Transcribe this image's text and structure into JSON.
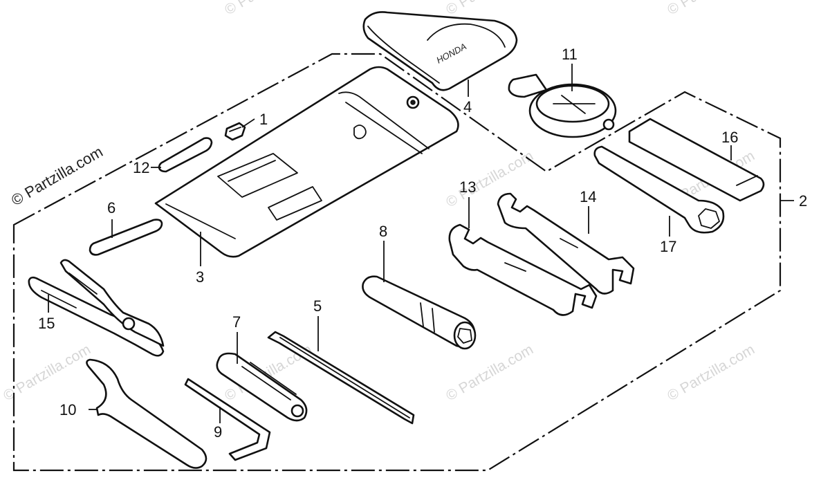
{
  "watermark": {
    "main_text": "© Partzilla.com",
    "faint_text": "© Partzilla.com"
  },
  "bag_logo": "HONDA",
  "callouts": {
    "c1": "1",
    "c2": "2",
    "c3": "3",
    "c4": "4",
    "c5": "5",
    "c6": "6",
    "c7": "7",
    "c8": "8",
    "c9": "9",
    "c10": "10",
    "c11": "11",
    "c12": "12",
    "c13": "13",
    "c14": "14",
    "c15": "15",
    "c16": "16",
    "c17": "17"
  },
  "colors": {
    "line": "#111111",
    "watermark": "#d6d6d6",
    "background": "#ffffff"
  }
}
